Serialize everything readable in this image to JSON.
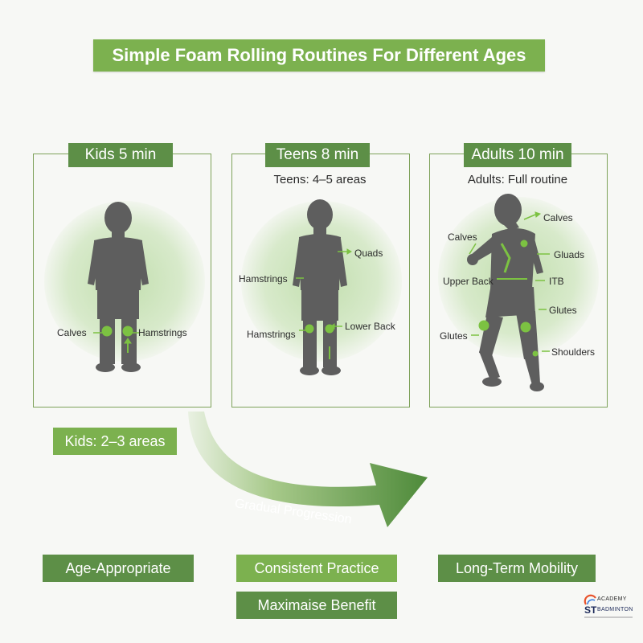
{
  "title": "Simple Foam Rolling Routines For Different Ages",
  "panels": [
    {
      "label": "Kids 5 min",
      "subtitle": "",
      "annotations": [
        "Calves",
        "Hamstrings"
      ]
    },
    {
      "label": "Teens 8 min",
      "subtitle": "Teens: 4–5 areas",
      "annotations": [
        "Quads",
        "Hamstrings",
        "Hamstrings",
        "Lower Back"
      ]
    },
    {
      "label": "Adults 10 min",
      "subtitle": "Adults: Full routine",
      "annotations": [
        "Calves",
        "Calves",
        "Gluads",
        "Upper Back",
        "ITB",
        "Glutes",
        "Glutes",
        "Shoulders"
      ]
    }
  ],
  "kids_tag": "Kids: 2–3 areas",
  "progression_label": "Gradual Progression",
  "bottom_tags": [
    "Age-Appropriate",
    "Consistent Practice",
    "Long-Term Mobility",
    "Maximaise Benefit"
  ],
  "logo": {
    "line1": "ACADEMY",
    "line2": "ST",
    "line3": "BADMINTON"
  },
  "colors": {
    "title_green": "#7cb14f",
    "label_green": "#5d8f47",
    "silhouette": "#5e5e5e",
    "accent": "#7cc242"
  }
}
